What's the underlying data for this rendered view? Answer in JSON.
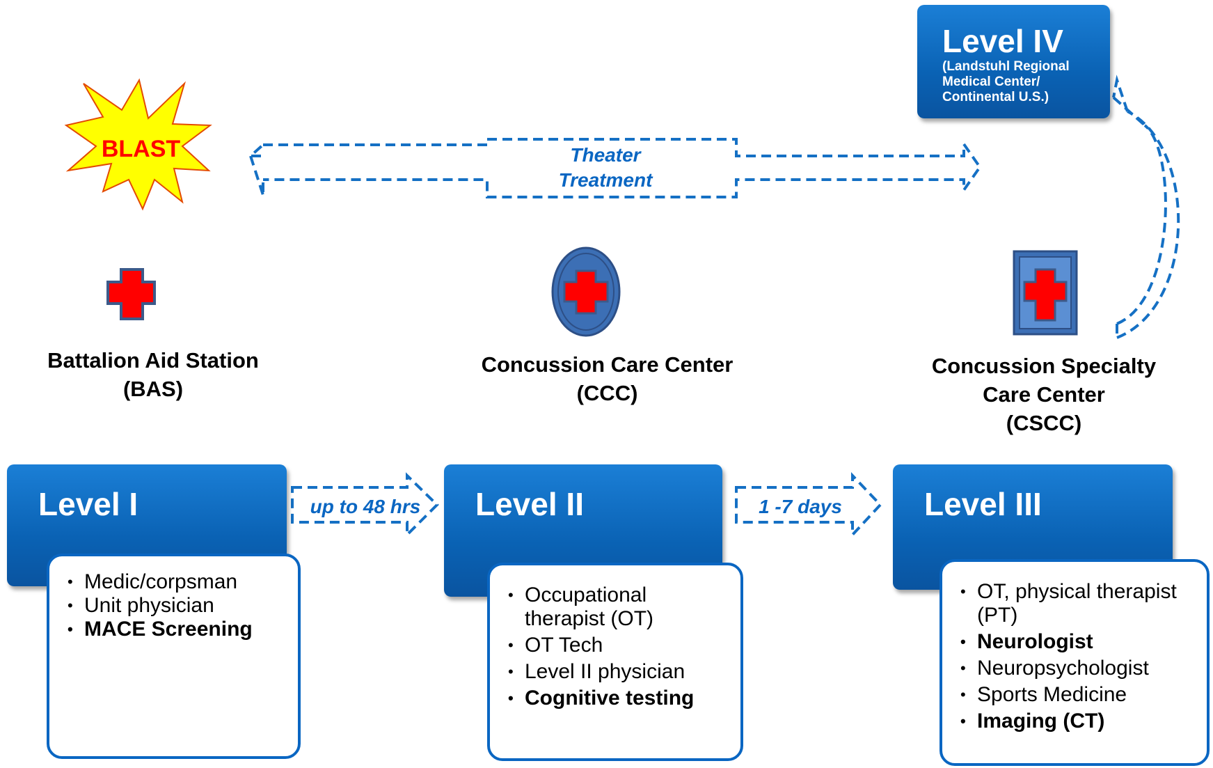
{
  "blast_label": "BLAST",
  "theater_treatment": {
    "line1": "Theater",
    "line2": "Treatment"
  },
  "arrow_1_2": "up to 48 hrs",
  "arrow_2_3": "1 -7 days",
  "level_iv": {
    "title": "Level IV",
    "subtitle_1": "(Landstuhl Regional",
    "subtitle_2": "Medical Center/",
    "subtitle_3": "Continental U.S.)"
  },
  "stations": [
    {
      "line1": "Battalion Aid Station",
      "line2": "(BAS)",
      "line3": ""
    },
    {
      "line1": "Concussion Care Center",
      "line2": "(CCC)",
      "line3": ""
    },
    {
      "line1": "Concussion Specialty",
      "line2": "Care Center",
      "line3": "(CSCC)"
    }
  ],
  "levels": [
    {
      "title": "Level I",
      "items": [
        {
          "text": "Medic/corpsman",
          "bold": false
        },
        {
          "text": "Unit physician",
          "bold": false
        },
        {
          "text": "MACE Screening",
          "bold": true
        }
      ]
    },
    {
      "title": "Level II",
      "items": [
        {
          "text": "Occupational therapist (OT)",
          "bold": false
        },
        {
          "text": "OT Tech",
          "bold": false
        },
        {
          "text": "Level II physician",
          "bold": false
        },
        {
          "text": "Cognitive testing",
          "bold": true
        }
      ]
    },
    {
      "title": "Level III",
      "items": [
        {
          "text": "OT, physical therapist (PT)",
          "bold": false
        },
        {
          "text": "Neurologist",
          "bold": true
        },
        {
          "text": "Neuropsychologist",
          "bold": false
        },
        {
          "text": "Sports Medicine",
          "bold": false
        },
        {
          "text": "Imaging (CT)",
          "bold": true
        }
      ]
    }
  ],
  "colors": {
    "accent": "#0a66c2",
    "cross": "#ff0000",
    "blast_fill": "#ffff00"
  }
}
